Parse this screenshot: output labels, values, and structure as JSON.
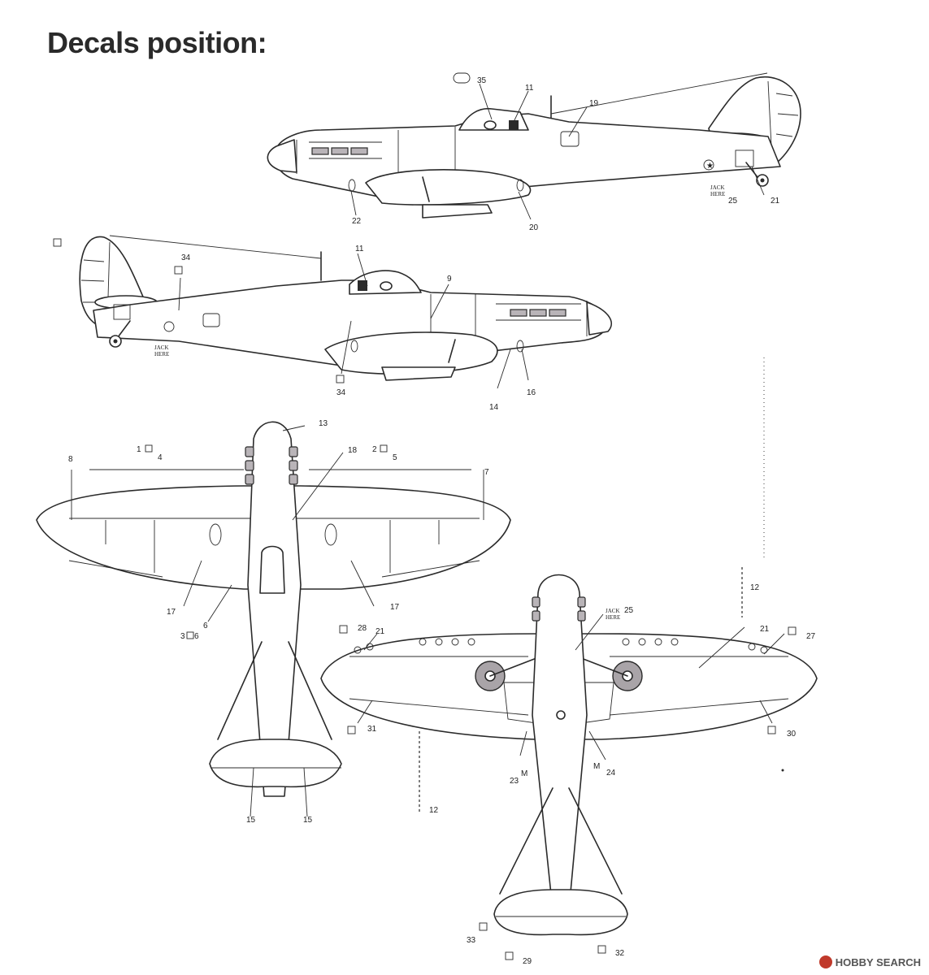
{
  "title": "Decals position:",
  "watermark": "HOBBY SEARCH",
  "stencil_text": "JACK\nHERE",
  "side_left": {
    "callouts": [
      "35",
      "11",
      "19",
      "22",
      "20",
      "25",
      "21"
    ]
  },
  "side_right": {
    "callouts": [
      "34",
      "11",
      "9",
      "34",
      "14",
      "16"
    ]
  },
  "top_view": {
    "callouts": [
      "13",
      "1",
      "4",
      "18",
      "2",
      "5",
      "8",
      "7",
      "17",
      "17",
      "3",
      "6",
      "6",
      "15",
      "15",
      "12"
    ]
  },
  "bottom_view": {
    "callouts": [
      "25",
      "12",
      "28",
      "21",
      "21",
      "27",
      "31",
      "30",
      "23",
      "M",
      "M",
      "24",
      "33",
      "29",
      "32"
    ]
  }
}
